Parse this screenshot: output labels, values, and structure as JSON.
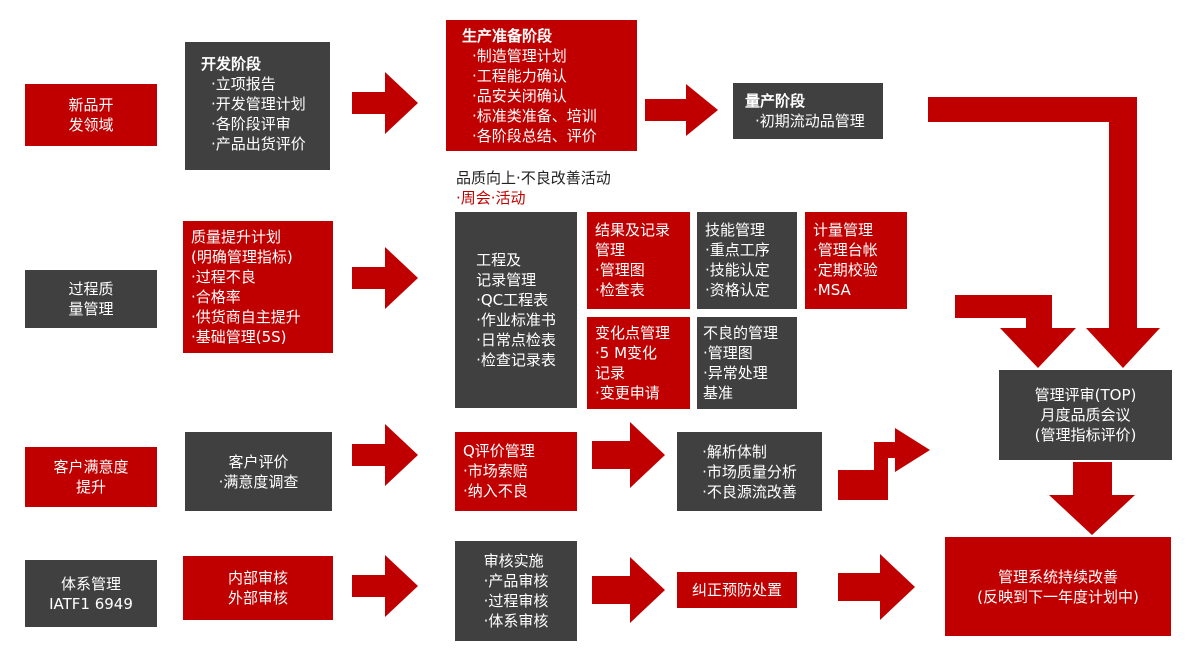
{
  "colors": {
    "red": "#c00000",
    "dark": "#404040"
  },
  "rows": {
    "new_product": "新品开\n发领域",
    "process": "过程质\n量管理",
    "customer": "客户满意度\n提升",
    "system": "体系管理\nIATF1 6949"
  },
  "dev_stage": {
    "title": "开发阶段",
    "items": [
      "·立项报告",
      "·开发管理计划",
      "·各阶段评审",
      "·产品出货评价"
    ]
  },
  "prep_stage": {
    "title": "生产准备阶段",
    "items": [
      "·制造管理计划",
      "·工程能力确认",
      "·品安关闭确认",
      "·标准类准备、培训",
      "·各阶段总结、评价"
    ]
  },
  "mass_stage": {
    "title": "量产阶段",
    "items": [
      "·初期流动品管理"
    ]
  },
  "quality_note": {
    "line1": "品质向上·不良改善活动",
    "line2": "·周会·活动"
  },
  "quality_plan": {
    "lines": [
      "质量提升计划",
      "(明确管理指标)",
      "·过程不良",
      "·合格率",
      "·供货商自主提升",
      "·基础管理(5S)"
    ]
  },
  "eng_record": {
    "lines": [
      "工程及",
      "记录管理",
      "·QC工程表",
      "·作业标准书",
      "·日常点检表",
      "·检查记录表"
    ]
  },
  "result_record": {
    "lines": [
      "结果及记录",
      "管理",
      "·管理图",
      "·检查表"
    ]
  },
  "skill_mgmt": {
    "lines": [
      "技能管理",
      "·重点工序",
      "·技能认定",
      "·资格认定"
    ]
  },
  "measure_mgmt": {
    "lines": [
      "计量管理",
      "·管理台帐",
      "·定期校验",
      "·MSA"
    ]
  },
  "change_point": {
    "lines": [
      "变化点管理",
      "·5 M变化",
      "记录",
      "·变更申请"
    ]
  },
  "defect_mgmt": {
    "lines": [
      "不良的管理",
      "·管理图",
      "·异常处理",
      "基准"
    ]
  },
  "customer_eval": {
    "lines": [
      "客户评价",
      "·满意度调查"
    ]
  },
  "q_eval": {
    "lines": [
      "Q评价管理",
      "·市场索赔",
      "·纳入不良"
    ]
  },
  "analysis": {
    "lines": [
      "·解析体制",
      "·市场质量分析",
      "·不良源流改善"
    ]
  },
  "mgmt_review": {
    "lines": [
      "管理评审(TOP)",
      "月度品质会议",
      "(管理指标评价)"
    ]
  },
  "audit": {
    "lines": [
      "内部审核",
      "外部审核"
    ]
  },
  "audit_impl": {
    "lines": [
      "审核实施",
      "·产品审核",
      "·过程审核",
      "·体系审核"
    ]
  },
  "correction": {
    "text": "纠正预防处置"
  },
  "continuous": {
    "lines": [
      "管理系统持续改善",
      "(反映到下一年度计划中)"
    ]
  }
}
